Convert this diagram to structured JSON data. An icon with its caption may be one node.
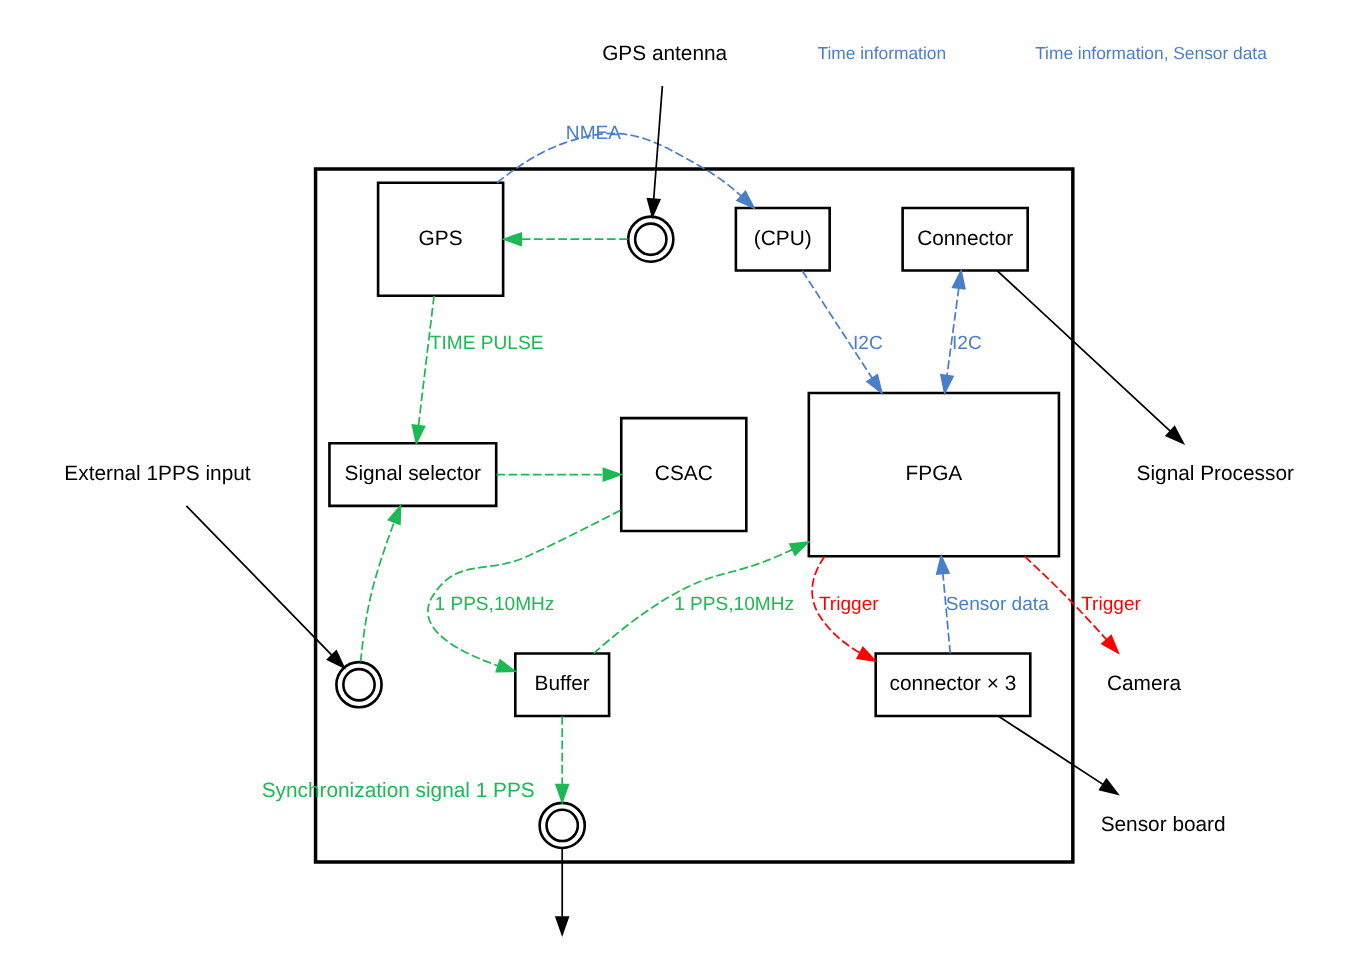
{
  "diagram": {
    "nodes": [
      {
        "text": [],
        "shape": "box"
      },
      {
        "text": [
          "GPS antenna"
        ]
      },
      {
        "text": [],
        "shape": "circle",
        "in": 0
      },
      {
        "text": [
          "GPS"
        ],
        "in": 0
      },
      {
        "text": [
          "(CPU)"
        ],
        "in": 0
      },
      {
        "text": [
          "Connector"
        ],
        "in": 0
      },
      {
        "text": [
          "Signal Processor"
        ]
      },
      {
        "text": [
          "Signal selector"
        ],
        "in": 0
      },
      {
        "text": [
          "CSAC"
        ],
        "in": 0
      },
      {
        "text": [
          "FPGA"
        ],
        "in": 0
      },
      {
        "text": [
          "Camera"
        ]
      },
      {
        "text": [
          "Buffer"
        ],
        "in": 0
      },
      {
        "text": [
          "connector × 3"
        ],
        "in": 0
      },
      {
        "text": [],
        "shape": "circle",
        "in": 0
      },
      {
        "text": [],
        "shape": "circle",
        "in": 0,
        "beside": [
          "Synchronization signal 1 PPS"
        ]
      },
      {
        "text": [
          "External 1PPS input"
        ]
      },
      {
        "text": [
          "Sensor board"
        ]
      }
    ],
    "edges": [
      {
        "from": 1,
        "to": 2,
        "arrow": "to",
        "color": "#000000"
      },
      {
        "from": 2,
        "to": 3,
        "arrow": "to",
        "style": "dashed"
      },
      {
        "from": 3,
        "to": 4,
        "arrow": "to",
        "style": "dashed",
        "color": "#4a7fc8",
        "label": "NMEA"
      },
      {
        "from": 4,
        "to": 9,
        "arrow": "to",
        "style": "dashed",
        "color": "#4a7fc8",
        "label": "I2C"
      },
      {
        "from": 5,
        "to": 9,
        "arrow": "both",
        "style": "dashed",
        "color": "#4a7fc8",
        "label": "I2C"
      },
      {
        "from": 5,
        "to": 6,
        "arrow": "to",
        "color": "#000000"
      },
      {
        "from": 3,
        "to": 7,
        "arrow": "to",
        "style": "dashed",
        "label": "TIME PULSE"
      },
      {
        "from": 7,
        "to": 8,
        "arrow": "to",
        "style": "dashed"
      },
      {
        "from": 8,
        "to": 11,
        "arrow": "to",
        "style": "dashed",
        "label": "1 PPS,10MHz"
      },
      {
        "from": 11,
        "to": 9,
        "arrow": "to",
        "style": "dashed",
        "label": "1 PPS,10MHz"
      },
      {
        "from": 9,
        "to": 10,
        "arrow": "to",
        "style": "dashed",
        "color": "#ff0000",
        "label": "Trigger"
      },
      {
        "from": 9,
        "to": 12,
        "arrow": "to",
        "style": "dashed",
        "color": "#ff0000",
        "label": "Trigger"
      },
      {
        "from": 12,
        "to": 9,
        "arrow": "to",
        "style": "dashed",
        "color": "#4a7fc8",
        "label": "Sensor data"
      },
      {
        "from": 13,
        "to": 7,
        "arrow": "to",
        "style": "dashed"
      },
      {
        "from": 15,
        "to": 13,
        "arrow": "to",
        "color": "#000000"
      },
      {
        "from": 11,
        "to": 14,
        "arrow": "to",
        "style": "dashed"
      },
      {
        "from": 14,
        "to": null,
        "arrow": "to",
        "color": "#000000"
      },
      {
        "from": 12,
        "to": 16,
        "arrow": "to",
        "color": "#000000"
      }
    ],
    "labels": [
      "Time information",
      "Time information, Sensor data"
    ]
  }
}
